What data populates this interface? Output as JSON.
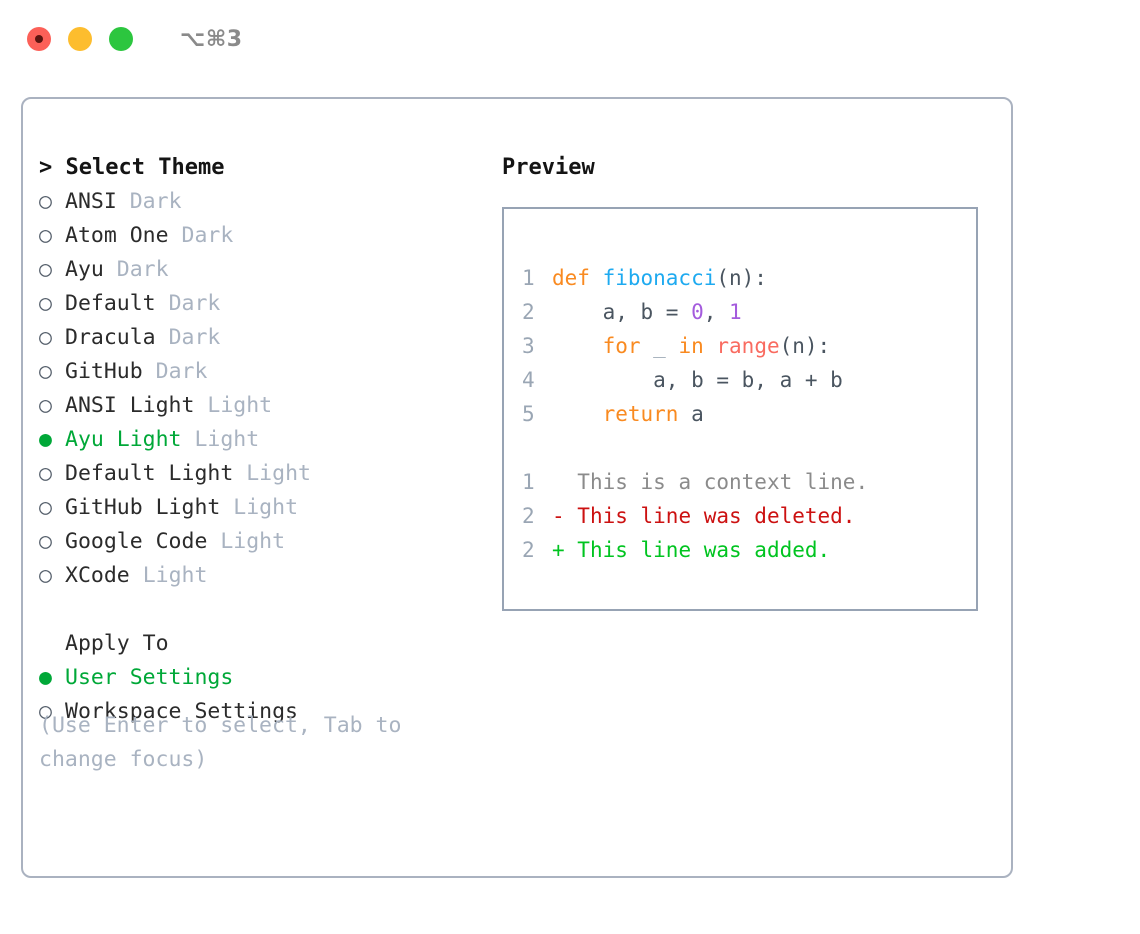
{
  "window": {
    "title": "⌥⌘3",
    "traffic_lights": [
      "close",
      "minimize",
      "maximize"
    ]
  },
  "theme_picker": {
    "heading": "Select Theme",
    "heading_prefix": "> ",
    "bullet_empty": "○",
    "bullet_filled": "●",
    "items": [
      {
        "label": "ANSI",
        "tag": "Dark",
        "selected": false
      },
      {
        "label": "Atom One",
        "tag": "Dark",
        "selected": false
      },
      {
        "label": "Ayu",
        "tag": "Dark",
        "selected": false
      },
      {
        "label": "Default",
        "tag": "Dark",
        "selected": false
      },
      {
        "label": "Dracula",
        "tag": "Dark",
        "selected": false
      },
      {
        "label": "GitHub",
        "tag": "Dark",
        "selected": false
      },
      {
        "label": "ANSI Light",
        "tag": "Light",
        "selected": false
      },
      {
        "label": "Ayu Light",
        "tag": "Light",
        "selected": true
      },
      {
        "label": "Default Light",
        "tag": "Light",
        "selected": false
      },
      {
        "label": "GitHub Light",
        "tag": "Light",
        "selected": false
      },
      {
        "label": "Google Code",
        "tag": "Light",
        "selected": false
      },
      {
        "label": "XCode",
        "tag": "Light",
        "selected": false
      }
    ]
  },
  "apply_to": {
    "heading": "Apply To",
    "items": [
      {
        "label": "User Settings",
        "selected": true
      },
      {
        "label": "Workspace Settings",
        "selected": false
      }
    ]
  },
  "hint": "(Use Enter to select, Tab to change focus)",
  "preview": {
    "title": "Preview",
    "code_lines": [
      {
        "number": "1",
        "tokens": [
          {
            "t": "def ",
            "c": "kw"
          },
          {
            "t": "fibonacci",
            "c": "fn"
          },
          {
            "t": "(n):",
            "c": "punct"
          }
        ]
      },
      {
        "number": "2",
        "tokens": [
          {
            "t": "    a, b = ",
            "c": "ident"
          },
          {
            "t": "0",
            "c": "num"
          },
          {
            "t": ", ",
            "c": "ident"
          },
          {
            "t": "1",
            "c": "num"
          }
        ]
      },
      {
        "number": "3",
        "tokens": [
          {
            "t": "    for ",
            "c": "kw"
          },
          {
            "t": "_",
            "c": "under"
          },
          {
            "t": " in ",
            "c": "kw"
          },
          {
            "t": "range",
            "c": "builtin"
          },
          {
            "t": "(n):",
            "c": "punct"
          }
        ]
      },
      {
        "number": "4",
        "tokens": [
          {
            "t": "        a, b = b, a + b",
            "c": "ident"
          }
        ]
      },
      {
        "number": "5",
        "tokens": [
          {
            "t": "    return ",
            "c": "kw"
          },
          {
            "t": "a",
            "c": "ident"
          }
        ]
      }
    ],
    "diff_lines": [
      {
        "number": "1",
        "marker": "  ",
        "text": "This is a context line.",
        "kind": "diff-ctx"
      },
      {
        "number": "2",
        "marker": "- ",
        "text": "This line was deleted.",
        "kind": "diff-del"
      },
      {
        "number": "2",
        "marker": "+ ",
        "text": "This line was added.",
        "kind": "diff-add"
      }
    ]
  },
  "colors": {
    "accent_green": "#00a838",
    "tag_gray": "#a9b3c1",
    "border": "#aab2c0",
    "preview_border": "#97a3b4",
    "keyword": "#f98a20",
    "function": "#1eaaf0",
    "number": "#a45bdd",
    "builtin": "#f96b60",
    "diff_delete": "#cc1111",
    "diff_add": "#00c420"
  }
}
